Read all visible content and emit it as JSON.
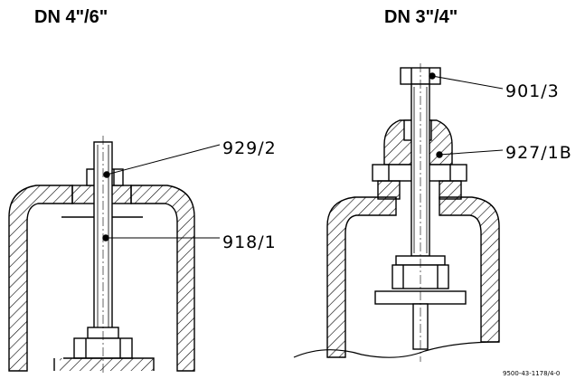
{
  "titles": {
    "left": "DN 4\"/6\"",
    "right": "DN 3\"/4\""
  },
  "parts": {
    "left": [
      {
        "label": "929/2"
      },
      {
        "label": "918/1"
      }
    ],
    "right": [
      {
        "label": "901/3"
      },
      {
        "label": "927/1B"
      }
    ]
  },
  "document_number": "9500-43-1178/4-0"
}
